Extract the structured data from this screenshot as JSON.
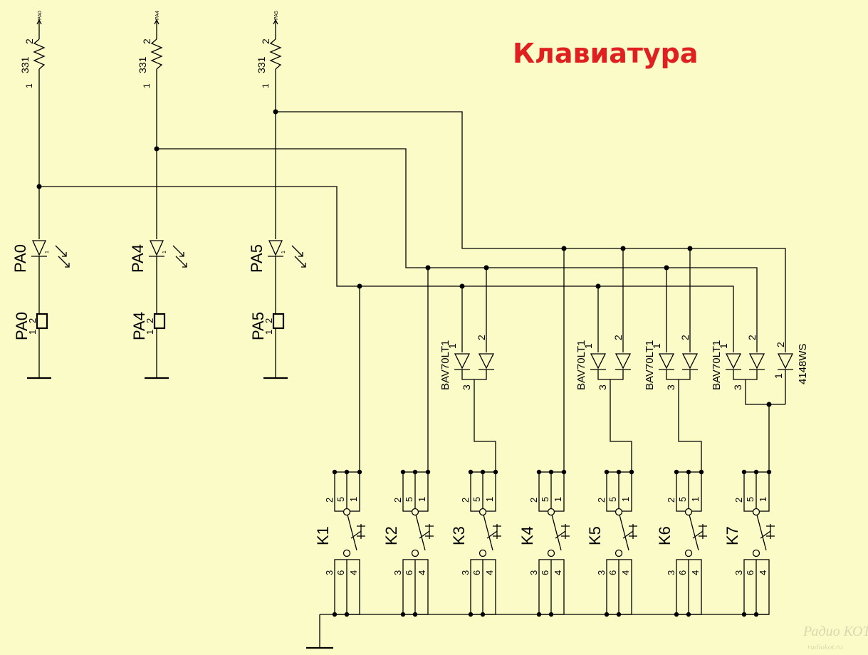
{
  "title": "Клавиатура",
  "channels": [
    {
      "port": "PA0",
      "resistor": "331",
      "pin1": "1",
      "pin2": "2",
      "led": "PA0",
      "jumper": "PA0"
    },
    {
      "port": "PA4",
      "resistor": "331",
      "pin1": "1",
      "pin2": "2",
      "led": "PA4",
      "jumper": "PA4"
    },
    {
      "port": "PA5",
      "resistor": "331",
      "pin1": "1",
      "pin2": "2",
      "led": "PA5",
      "jumper": "PA5"
    }
  ],
  "diode_arrays": [
    {
      "part": "BAV70LT1",
      "pin1": "1",
      "pin2": "2",
      "pin3": "3"
    },
    {
      "part": "BAV70LT1",
      "pin1": "1",
      "pin2": "2",
      "pin3": "3"
    },
    {
      "part": "BAV70LT1",
      "pin1": "1",
      "pin2": "2",
      "pin3": "3"
    },
    {
      "part": "BAV70LT1",
      "pin1": "1",
      "pin2": "2",
      "pin3": "3"
    }
  ],
  "single_diode": {
    "part": "4148WS",
    "pin1": "1",
    "pin2": "2"
  },
  "keys": [
    {
      "name": "K1"
    },
    {
      "name": "K2"
    },
    {
      "name": "K3"
    },
    {
      "name": "K4"
    },
    {
      "name": "K5"
    },
    {
      "name": "K6"
    },
    {
      "name": "K7"
    }
  ],
  "key_pins": {
    "top": [
      "2",
      "5",
      "1"
    ],
    "bottom": [
      "3",
      "6",
      "4"
    ]
  },
  "watermark": {
    "line1": "Радио КОТ",
    "line2": "radiokot.ru"
  }
}
